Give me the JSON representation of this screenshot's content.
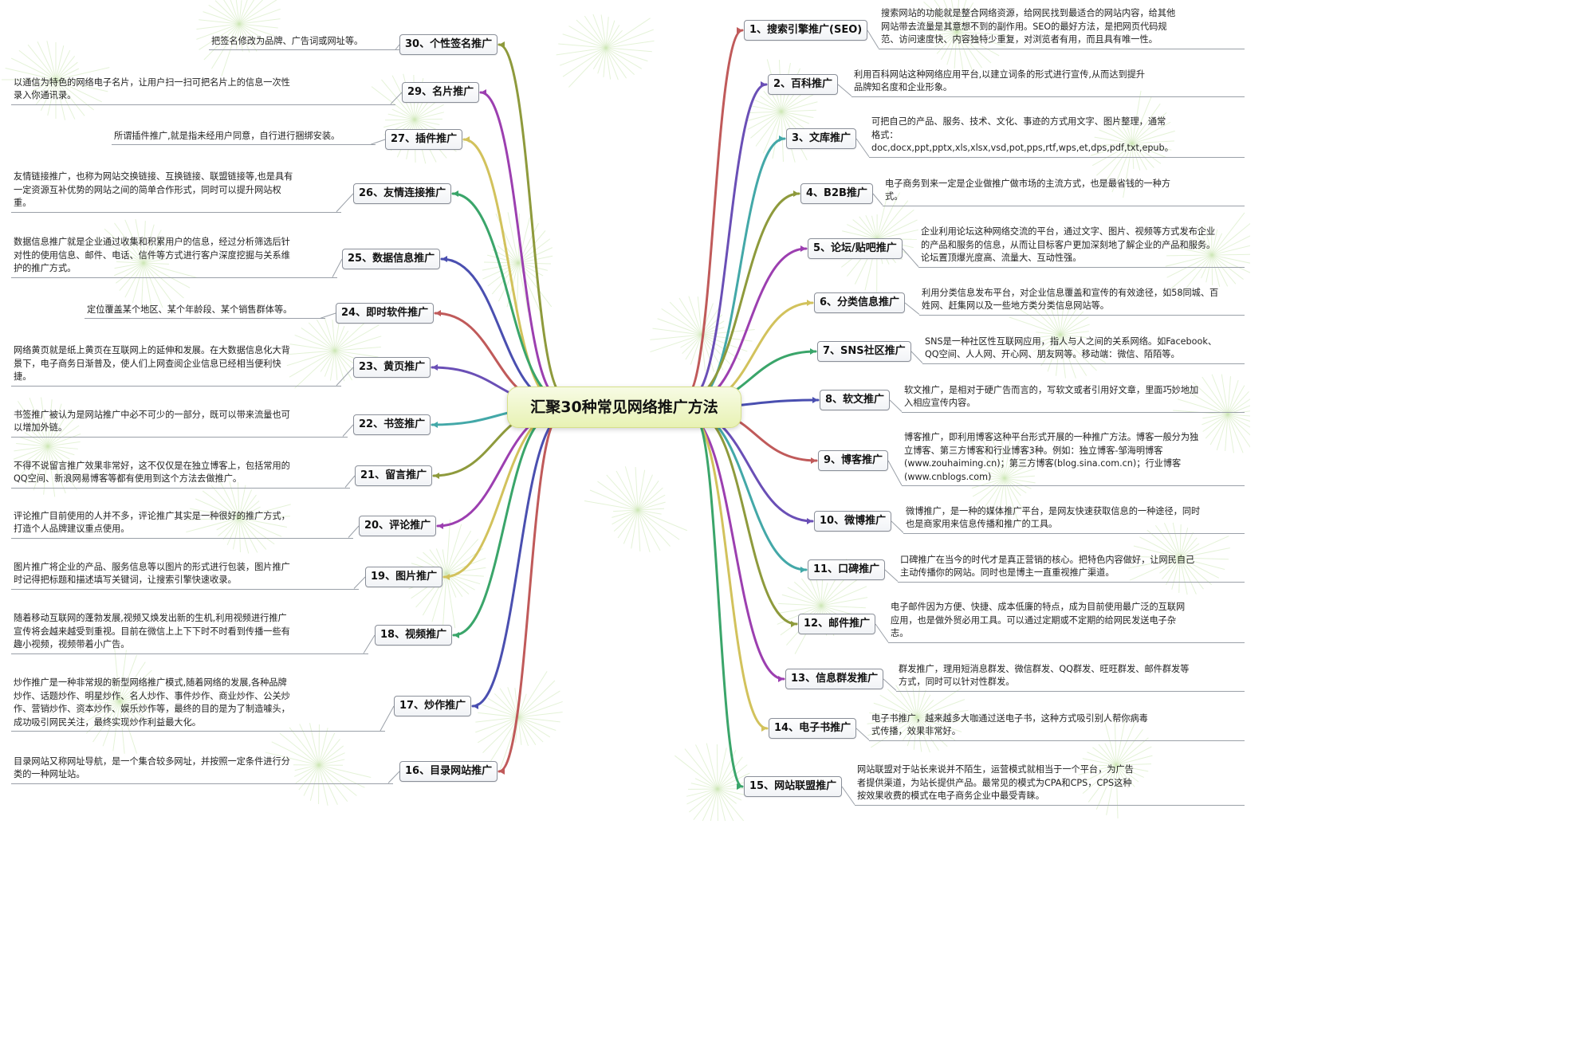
{
  "title": "汇聚30种常见网络推广方法",
  "colors": {
    "palette": [
      "#c05a5a",
      "#6a4fb6",
      "#43a8a8",
      "#8e9a3c",
      "#9c3fb0",
      "#d2c25c",
      "#3aa56a",
      "#4a4fb0"
    ]
  },
  "right": [
    {
      "label": "1、搜索引擎推广(SEO)",
      "lines": [
        "搜索网站的功能就是整合网络资源，给网民找到最适合的网站内容，给其他",
        "网站带去流量是其意想不到的副作用。SEO的最好方法，是把网页代码规",
        "范、访问速度快、内容独特少重复，对浏览者有用，而且具有唯一性。"
      ]
    },
    {
      "label": "2、百科推广",
      "lines": [
        "利用百科网站这种网络应用平台,以建立词条的形式进行宣传,从而达到提升",
        "品牌知名度和企业形象。"
      ]
    },
    {
      "label": "3、文库推广",
      "lines": [
        "可把自己的产品、服务、技术、文化、事迹的方式用文字、图片整理，通常",
        "格式：",
        "doc,docx,ppt,pptx,xls,xlsx,vsd,pot,pps,rtf,wps,et,dps,pdf,txt,epub。"
      ]
    },
    {
      "label": "4、B2B推广",
      "lines": [
        "电子商务到来一定是企业做推广做市场的主流方式，也是最省钱的一种方",
        "式。"
      ]
    },
    {
      "label": "5、论坛/贴吧推广",
      "lines": [
        "企业利用论坛这种网络交流的平台，通过文字、图片、视频等方式发布企业",
        "的产品和服务的信息，从而让目标客户更加深刻地了解企业的产品和服务。",
        "论坛置顶爆光度高、流量大、互动性强。"
      ]
    },
    {
      "label": "6、分类信息推广",
      "lines": [
        "利用分类信息发布平台，对企业信息覆盖和宣传的有效途径，如58同城、百",
        "姓网、赶集网以及一些地方类分类信息网站等。"
      ]
    },
    {
      "label": "7、SNS社区推广",
      "lines": [
        "SNS是一种社区性互联网应用，指人与人之间的关系网络。如Facebook、",
        "QQ空间、人人网、开心网、朋友网等。移动端：微信、陌陌等。"
      ]
    },
    {
      "label": "8、软文推广",
      "lines": [
        "软文推广，是相对于硬广告而言的，写软文或者引用好文章，里面巧妙地加",
        "入相应宣传内容。"
      ]
    },
    {
      "label": "9、博客推广",
      "lines": [
        "博客推广，即利用博客这种平台形式开展的一种推广方法。博客一般分为独",
        "立博客、第三方博客和行业博客3种。例如：独立博客-邹海明博客",
        "(www.zouhaiming.cn)；第三方博客(blog.sina.com.cn)；行业博客",
        "(www.cnblogs.com)"
      ]
    },
    {
      "label": "10、微博推广",
      "lines": [
        "微博推广，是一种的媒体推广平台，是网友快速获取信息的一种途径，同时",
        "也是商家用来信息传播和推广的工具。"
      ]
    },
    {
      "label": "11、口碑推广",
      "lines": [
        "口碑推广在当今的时代才是真正营销的核心。把特色内容做好，让网民自己",
        "主动传播你的网站。同时也是博主一直重视推广渠道。"
      ]
    },
    {
      "label": "12、邮件推广",
      "lines": [
        "电子邮件因为方便、快捷、成本低廉的特点，成为目前使用最广泛的互联网",
        "应用，也是做外贸必用工具。可以通过定期或不定期的给网民发送电子杂",
        "志。"
      ]
    },
    {
      "label": "13、信息群发推广",
      "lines": [
        "群发推广，理用短消息群发、微信群发、QQ群发、旺旺群发、邮件群发等",
        "方式，同时可以针对性群发。"
      ]
    },
    {
      "label": "14、电子书推广",
      "lines": [
        "电子书推广，越来越多大咖通过送电子书，这种方式吸引别人帮你病毒",
        "式传播，效果非常好。"
      ]
    },
    {
      "label": "15、网站联盟推广",
      "lines": [
        "网站联盟对于站长来说并不陌生，运营模式就相当于一个平台，为广告",
        "者提供渠道，为站长提供产品。最常见的模式为CPA和CPS，CPS这种",
        "按效果收费的模式在电子商务企业中最受青睐。"
      ]
    }
  ],
  "left": [
    {
      "label": "30、个性签名推广",
      "lines": [
        "把签名修改为品牌、广告词或网址等。"
      ]
    },
    {
      "label": "29、名片推广",
      "lines": [
        "以通信为特色的网络电子名片，让用户扫一扫可把名片上的信息一次性",
        "录入你通讯录。"
      ]
    },
    {
      "label": "27、插件推广",
      "lines": [
        "所谓插件推广,就是指未经用户同意，自行进行捆绑安装。"
      ]
    },
    {
      "label": "26、友情连接推广",
      "lines": [
        "友情链接推广，也称为网站交换链接、互换链接、联盟链接等,也是具有",
        "一定资源互补优势的网站之间的简单合作形式，同时可以提升网站权",
        "重。"
      ]
    },
    {
      "label": "25、数据信息推广",
      "lines": [
        "数据信息推广就是企业通过收集和积累用户的信息，经过分析筛选后针",
        "对性的使用信息、邮件、电话、信件等方式进行客户深度挖掘与关系维",
        "护的推广方式。"
      ]
    },
    {
      "label": "24、即时软件推广",
      "lines": [
        "定位覆盖某个地区、某个年龄段、某个销售群体等。"
      ]
    },
    {
      "label": "23、黄页推广",
      "lines": [
        "网络黄页就是纸上黄页在互联网上的延伸和发展。在大数据信息化大背",
        "景下，电子商务日渐普及，使人们上网查阅企业信息已经相当便利快",
        "捷。"
      ]
    },
    {
      "label": "22、书签推广",
      "lines": [
        "书签推广被认为是网站推广中必不可少的一部分，既可以带来流量也可",
        "以增加外链。"
      ]
    },
    {
      "label": "21、留言推广",
      "lines": [
        "不得不说留言推广效果非常好，这不仅仅是在独立博客上，包括常用的",
        "QQ空间、新浪网易博客等都有使用到这个方法去做推广。"
      ]
    },
    {
      "label": "20、评论推广",
      "lines": [
        "评论推广目前使用的人并不多，评论推广其实是一种很好的推广方式，",
        "打造个人品牌建议重点使用。"
      ]
    },
    {
      "label": "19、图片推广",
      "lines": [
        "图片推广将企业的产品、服务信息等以图片的形式进行包装，图片推广",
        "时记得把标题和描述填写关键词，让搜索引擎快速收录。"
      ]
    },
    {
      "label": "18、视频推广",
      "lines": [
        "随着移动互联网的蓬勃发展,视频又焕发出新的生机,利用视频进行推广",
        "宣传将会越来越受到重视。目前在微信上上下下时不时看到传播一些有",
        "趣小视频，视频带着小广告。"
      ]
    },
    {
      "label": "17、炒作推广",
      "lines": [
        "炒作推广是一种非常规的新型网络推广模式,随着网络的发展,各种品牌",
        "炒作、话题炒作、明星炒作、名人炒作、事件炒作、商业炒作、公关炒",
        "作、营销炒作、资本炒作、娱乐炒作等，最终的目的是为了制造噱头，",
        "成功吸引网民关注，最终实现炒作利益最大化。"
      ]
    },
    {
      "label": "16、目录网站推广",
      "lines": [
        "目录网站又称网址导航，是一个集合较多网址，并按照一定条件进行分",
        "类的一种网址站。"
      ]
    }
  ]
}
